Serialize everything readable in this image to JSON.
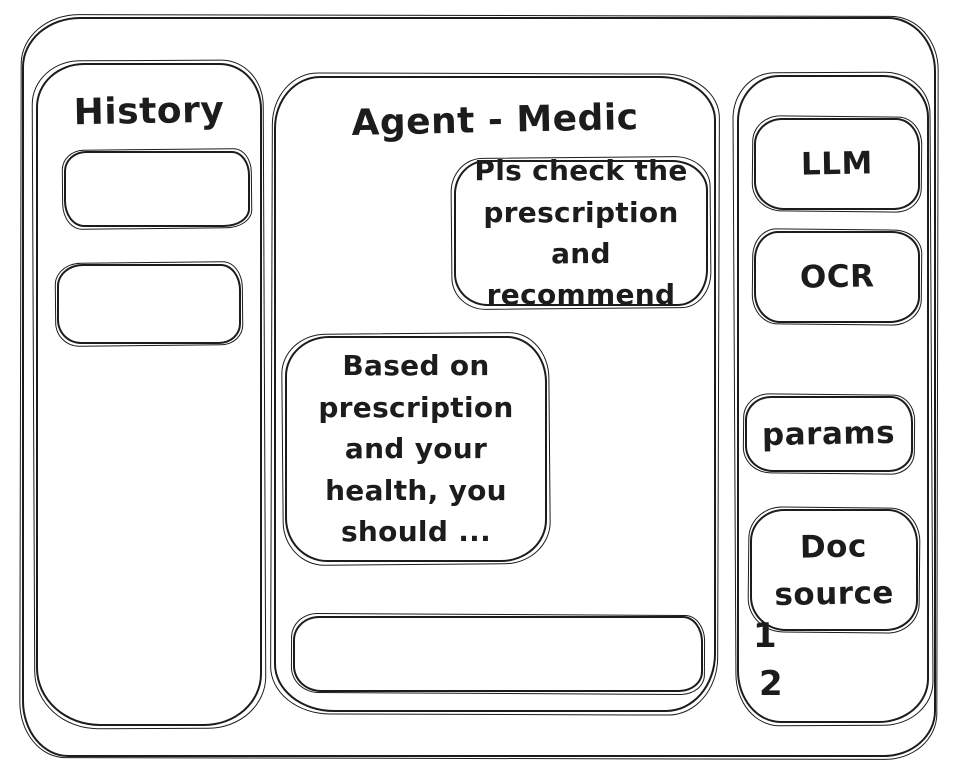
{
  "window": {
    "background_color": "#ffffff",
    "stroke_color": "#1c1c1c"
  },
  "history_panel": {
    "title": "History",
    "items": [
      {
        "label": ""
      },
      {
        "label": ""
      }
    ]
  },
  "chat_panel": {
    "title": "Agent - Medic",
    "messages": [
      {
        "role": "user",
        "text": "Pls check the\nprescription\nand recommend"
      },
      {
        "role": "assistant",
        "text": "Based on\nprescription\nand your\nhealth, you\nshould ..."
      }
    ],
    "input": {
      "value": ""
    }
  },
  "tools_panel": {
    "buttons": [
      {
        "label": "LLM"
      },
      {
        "label": "OCR"
      },
      {
        "label": "params"
      },
      {
        "label": "Doc\nsource"
      }
    ],
    "doc_sources": [
      "1",
      "2"
    ]
  }
}
